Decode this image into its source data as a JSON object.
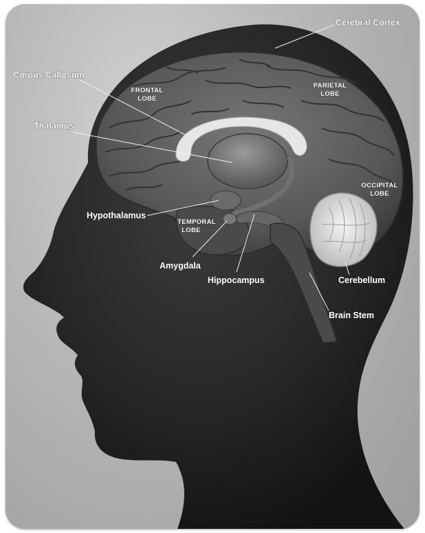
{
  "labels": {
    "cerebral_cortex": "Cerebral Cortex",
    "corpus_callosum": "Corpus Callosum",
    "frontal_lobe_1": "FRONTAL",
    "frontal_lobe_2": "LOBE",
    "parietal_lobe_1": "PARIETAL",
    "parietal_lobe_2": "LOBE",
    "thalamus": "Thalamus",
    "occipital_lobe_1": "OCCIPITAL",
    "occipital_lobe_2": "LOBE",
    "hypothalamus": "Hypothalamus",
    "temporal_lobe_1": "TEMPORAL",
    "temporal_lobe_2": "LOBE",
    "amygdala": "Amygdala",
    "hippocampus": "Hippocampus",
    "cerebellum": "Cerebellum",
    "brain_stem": "Brain Stem"
  },
  "colors": {
    "background": "#b9b9b9",
    "head": "#262626",
    "brain": "#5a5a5a",
    "corpus_callosum": "#e6e6e6",
    "cerebellum": "#e0e0e0",
    "label_text": "#ffffff"
  }
}
